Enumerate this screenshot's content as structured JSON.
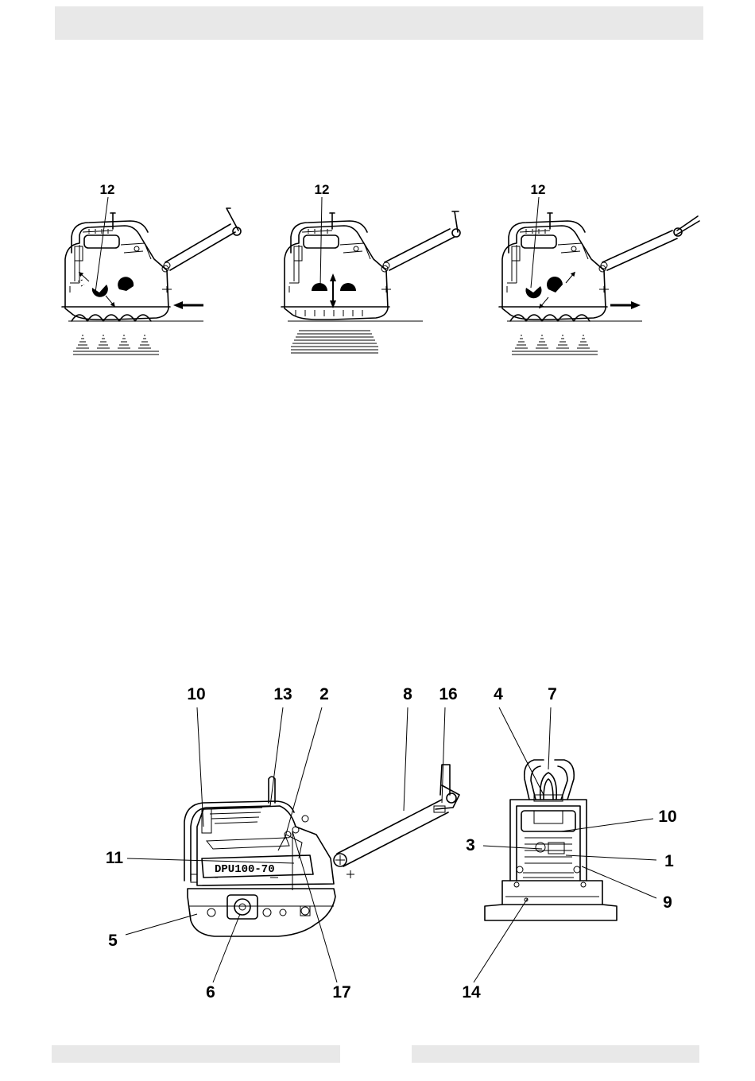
{
  "page": {
    "header_bar_color": "#e8e8e8",
    "footer_bar_color": "#e8e8e8"
  },
  "figure_top": {
    "panels": [
      {
        "id": "forward",
        "callout": "12",
        "direction": "arrow-left-icon"
      },
      {
        "id": "stationary",
        "callout": "12",
        "direction": "arrow-updown-icon"
      },
      {
        "id": "reverse",
        "callout": "12",
        "direction": "arrow-right-icon"
      }
    ]
  },
  "figure_bottom": {
    "side_view_callouts": {
      "c10": "10",
      "c13": "13",
      "c2": "2",
      "c8": "8",
      "c16": "16",
      "c11": "11",
      "c5": "5",
      "c6": "6",
      "c17": "17"
    },
    "front_view_callouts": {
      "c4": "4",
      "c7": "7",
      "c10": "10",
      "c3": "3",
      "c1": "1",
      "c9": "9",
      "c14": "14"
    },
    "model_label": "DPU100-70"
  }
}
